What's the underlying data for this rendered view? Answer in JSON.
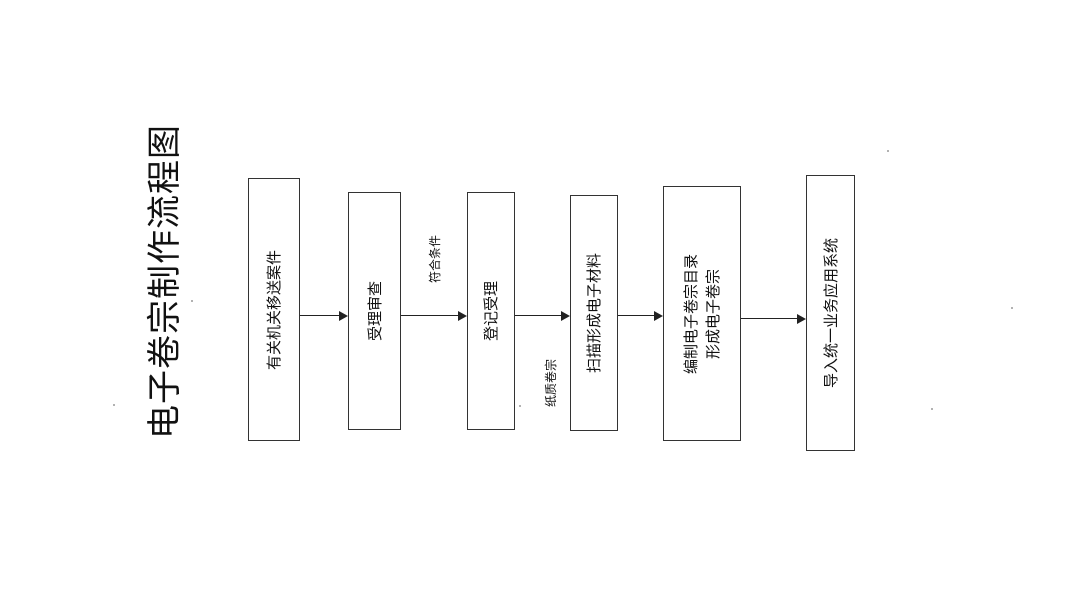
{
  "title": "电子卷宗制作流程图",
  "steps": [
    {
      "lines": [
        "有关机关移送案件"
      ]
    },
    {
      "lines": [
        "受理审查"
      ]
    },
    {
      "lines": [
        "登记受理"
      ]
    },
    {
      "lines": [
        "扫描形成电子材料"
      ]
    },
    {
      "lines": [
        "编制电子卷宗目录",
        "形成电子卷宗"
      ]
    },
    {
      "lines": [
        "导入统一业务应用系统"
      ]
    }
  ],
  "conditions": {
    "review_to_register": "符合条件",
    "register_to_scan": "纸质卷宗"
  }
}
